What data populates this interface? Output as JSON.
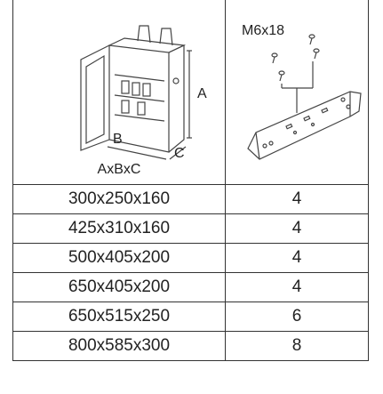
{
  "cabinet_figure": {
    "dim_a": "A",
    "dim_b": "B",
    "dim_c": "C",
    "caption": "AxBxC"
  },
  "bracket_figure": {
    "screw_label": "M6x18"
  },
  "rows": [
    {
      "size": "300x250x160",
      "qty": "4"
    },
    {
      "size": "425x310x160",
      "qty": "4"
    },
    {
      "size": "500x405x200",
      "qty": "4"
    },
    {
      "size": "650x405x200",
      "qty": "4"
    },
    {
      "size": "650x515x250",
      "qty": "6"
    },
    {
      "size": "800x585x300",
      "qty": "8"
    }
  ]
}
